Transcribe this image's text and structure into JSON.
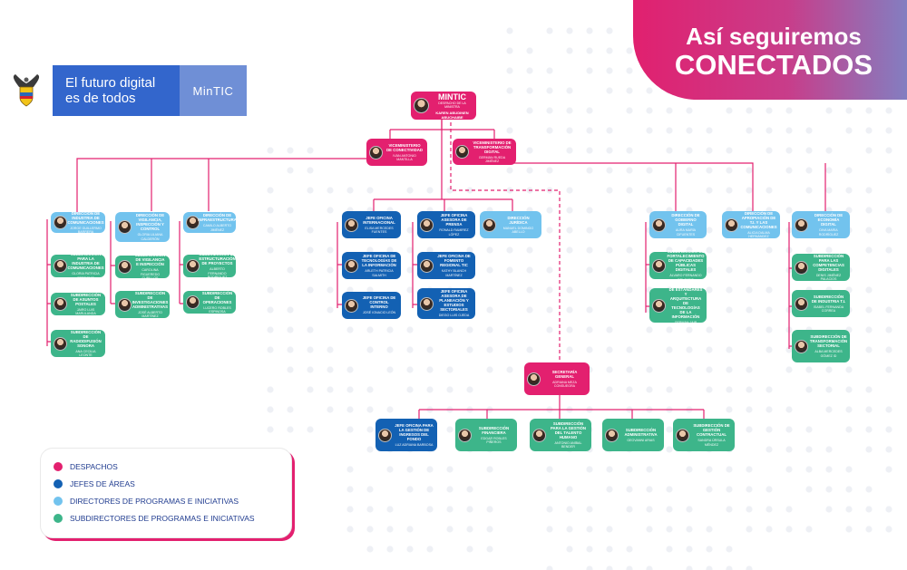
{
  "header": {
    "slogan_line1": "El futuro digital",
    "slogan_line2": "es de todos",
    "brand": "MinTIC",
    "banner_line1": "Así seguiremos",
    "banner_line2": "CONECTADOS"
  },
  "colors": {
    "despachos": "#e3206f",
    "jefes": "#1361b3",
    "directores": "#72c3ee",
    "subdirectores": "#3db58a",
    "connector": "#e3206f"
  },
  "top": {
    "title": "MINTIC",
    "subtitle": "DESPACHO DE LA MINISTRA",
    "name": "KAREN ABUDINEN ABUCHAIBE"
  },
  "vice_conectividad": {
    "title": "VICEMINISTERIO DE CONECTIVIDAD",
    "name": "IVÁN ANTONIO MANTILLA"
  },
  "vice_transformacion": {
    "title": "VICEMINISTERIO DE TRANSFORMACIÓN DIGITAL",
    "name": "GERMÁN RUEDA JIMÉNEZ"
  },
  "left_group": [
    {
      "title": "DIRECCIÓN DE INDUSTRIA DE COMUNICACIONES",
      "name": "JORGE GUILLERMO BARRERA",
      "color": "sky"
    },
    {
      "title": "SUBDIRECCIÓN PARA LA INDUSTRIA DE COMUNICACIONES",
      "name": "GLORIA PATRICIA PERDOMO",
      "color": "green"
    },
    {
      "title": "SUBDIRECCIÓN DE ASUNTOS POSTALES",
      "name": "JAIRO LUIS MARULANDA",
      "color": "green"
    },
    {
      "title": "SUBDIRECCIÓN DE RADIODIFUSIÓN SONORA",
      "name": "ANA CECILIA LEONTE",
      "color": "green"
    },
    {
      "title": "DIRECCIÓN DE VIGILANCIA, INSPECCIÓN Y CONTROL",
      "name": "GLORIA LILIANA CALDERÓN",
      "color": "sky"
    },
    {
      "title": "SUBDIRECCIÓN DE VIGILANCIA E INSPECCIÓN",
      "name": "CAROLINA FIGUEREDO CUBILLOS",
      "color": "green"
    },
    {
      "title": "SUBDIRECCIÓN DE INVESTIGACIONES ADMINISTRATIVAS",
      "name": "JOSÉ ALBERTO MARTÍNEZ",
      "color": "green"
    },
    {
      "title": "DIRECCIÓN DE INFRAESTRUCTURA",
      "name": "CAMILO ALBERTO JIMÉNEZ",
      "color": "sky"
    },
    {
      "title": "SUBDIRECCIÓN DE ESTRUCTURACIÓN DE PROYECTOS",
      "name": "ALBERTO FERNANDO RODRÍGUEZ",
      "color": "green"
    },
    {
      "title": "SUBDIRECCIÓN DE OPERACIONES",
      "name": "LUCERO ROBLES ESPINOSA",
      "color": "green"
    }
  ],
  "center_group": [
    {
      "title": "JEFE OFICINA INTERNACIONAL",
      "name": "ELISA MERCEDES FUENTES",
      "color": "blue"
    },
    {
      "title": "JEFE OFICINA DE TECNOLOGÍAS DE LA INFORMACIÓN",
      "name": "ARLETH PATRICIA SALMITH",
      "color": "blue"
    },
    {
      "title": "JEFE OFICINA DE CONTROL INTERNO",
      "name": "JOSÉ IGNACIO LEÓN",
      "color": "blue"
    },
    {
      "title": "JEFE OFICINA ASESORA DE PRENSA",
      "name": "RONALD RAMÍREZ LÓPEZ",
      "color": "blue"
    },
    {
      "title": "JEFE OFICINA DE FOMENTO REGIONAL TIC",
      "name": "KATHY BLANCH MARTÍNEZ",
      "color": "blue"
    },
    {
      "title": "JEFE OFICINA ASESORA DE PLANEACIÓN Y ESTUDIOS SECTORIALES",
      "name": "DIEGO LUIS OJEDA",
      "color": "blue"
    },
    {
      "title": "DIRECCIÓN JURÍDICA",
      "name": "MANUEL DOMINGO ABELLO",
      "color": "sky"
    }
  ],
  "right_group": [
    {
      "title": "DIRECCIÓN DE GOBIERNO DIGITAL",
      "name": "AURA MARÍA CIFUENTES",
      "color": "sky"
    },
    {
      "title": "SUBDIRECCIÓN DE FORTALECIMIENTO DE CAPACIDADES PÚBLICAS DIGITALES",
      "name": "ÁLVARO FERNANDO DELGADO",
      "color": "green"
    },
    {
      "title": "SUBDIRECCIÓN DE ESTÁNDARES Y ARQUITECTURA DE TECNOLOGÍAS DE LA INFORMACIÓN",
      "name": "GERMÁN JAIR CASTILLO",
      "color": "green"
    },
    {
      "title": "DIRECCIÓN DE APROPIACIÓN DE T.I. Y LAS COMUNICACIONES",
      "name": "ALICIA DALMA HERNÁNDEZ",
      "color": "sky"
    },
    {
      "title": "DIRECCIÓN DE ECONOMÍA DIGITAL",
      "name": "DIVA MARÍA RODRÍGUEZ",
      "color": "sky"
    },
    {
      "title": "SUBDIRECCIÓN PARA LAS COMPETENCIAS DIGITALES",
      "name": "DENIS JIMÉNEZ PALACIOS",
      "color": "green"
    },
    {
      "title": "SUBDIRECCIÓN DE INDUSTRIA T.I.",
      "name": "ISABEL FERNANDA CORREA",
      "color": "green"
    },
    {
      "title": "SUBDIRECCIÓN DE TRANSFORMACIÓN SECTORIAL",
      "name": "ALBA MERCEDES GÓMEZ ID",
      "color": "green"
    }
  ],
  "secretaria": {
    "title": "SECRETARÍA GENERAL",
    "name": "ADRIANA MEZA CONSUEGRA"
  },
  "bottom_group": [
    {
      "title": "JEFE OFICINA PARA LA GESTIÓN DE INGRESOS DEL FONDO",
      "name": "LUZ ADRIANA BARBOSA",
      "color": "blue"
    },
    {
      "title": "SUBDIRECCIÓN FINANCIERA",
      "name": "EDGAR ROBLES PIÑEROS",
      "color": "green"
    },
    {
      "title": "SUBDIRECCIÓN PARA LA GESTIÓN DEL TALENTO HUMANO",
      "name": "ANTONIO ANÍBAL BENDER",
      "color": "green"
    },
    {
      "title": "SUBDIRECCIÓN ADMINISTRATIVA",
      "name": "GEOVANNI ARIAS",
      "color": "green"
    },
    {
      "title": "SUBDIRECCIÓN DE GESTIÓN CONTRACTUAL",
      "name": "SANDRA ÚRSULA MÉNDEZ",
      "color": "green"
    }
  ],
  "legend": [
    {
      "label": "DESPACHOS",
      "color": "#e3206f"
    },
    {
      "label": "JEFES DE ÁREAS",
      "color": "#1361b3"
    },
    {
      "label": "DIRECTORES DE PROGRAMAS E INICIATIVAS",
      "color": "#72c3ee"
    },
    {
      "label": "SUBDIRECTORES DE PROGRAMAS E INICIATIVAS",
      "color": "#3db58a"
    }
  ]
}
